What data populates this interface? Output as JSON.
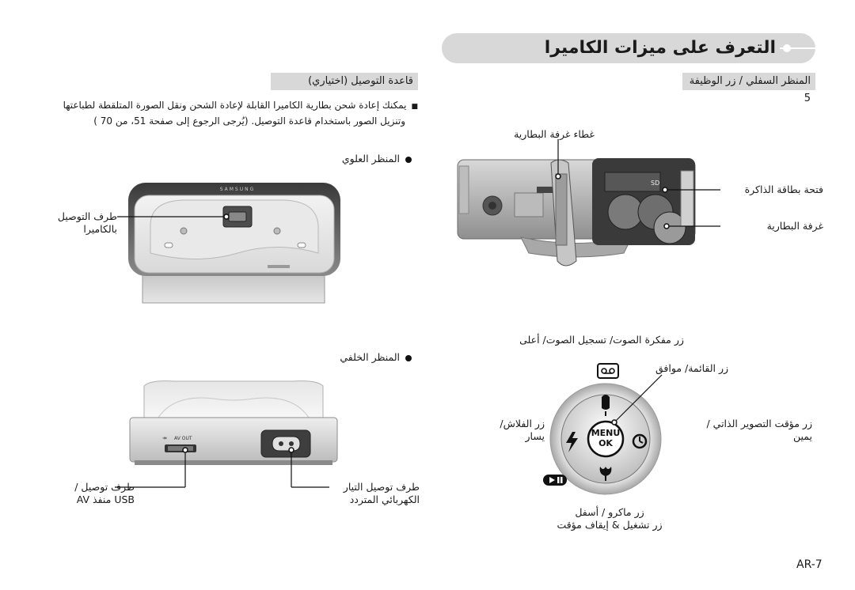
{
  "page": {
    "title": "التعرف على ميزات الكاميرا",
    "page_number": "AR-7"
  },
  "left": {
    "section_header": "قاعدة التوصيل (اختياري)",
    "paragraph_line1": "يمكنك إعادة شحن بطارية الكاميرا القابلة لإعادة الشحن ونقل الصورة المتلقطة لطباعتها",
    "paragraph_line2": "وتنزيل الصور باستخدام قاعدة التوصيل. (يُرجى الرجوع إلى صفحة 51، من 70 )",
    "bullet_marker": "■",
    "top_view_label": "المنظر العلوي",
    "top_callout_line1": "طرف التوصيل",
    "top_callout_line2": "بالكاميرا",
    "rear_view_label": "المنظر الخلفي",
    "rear_callout_left_line1": "طرف توصيل /",
    "rear_callout_left_line2": "USB منفذ AV",
    "rear_callout_right_line1": "طرف توصيل التيار",
    "rear_callout_right_line2": "الكهربائي المتردد",
    "dock_brand": "SAMSUNG",
    "dock_port_text": "AV OUT"
  },
  "right": {
    "section_header": "المنظر السفلي / زر الوظيفة 5",
    "battery_cover_label": "غطاء غرفة البطارية",
    "card_slot_label": "فتحة بطاقة الذاكرة",
    "battery_chamber_label": "غرفة البطارية",
    "buttons_top_label": "زر مفكرة الصوت/ تسجيل الصوت/ أعلى",
    "menu_ok_label": "زر القائمة/ موافق",
    "flash_line1": "زر الفلاش/",
    "flash_line2": "يسار",
    "self_timer_line1": "زر مؤقت التصوير الذاتي /",
    "self_timer_line2": "يمين",
    "macro_line1": "زر ماكرو / أسفل",
    "macro_line2": "زر تشغيل & إيقاف مؤقت",
    "dial_menu": "MENU",
    "dial_ok": "OK"
  },
  "colors": {
    "pill_gray": "#d8d8d8",
    "device_dark": "#4a4a4a",
    "device_light": "#cfcfcf",
    "text": "#1a1a1a"
  }
}
